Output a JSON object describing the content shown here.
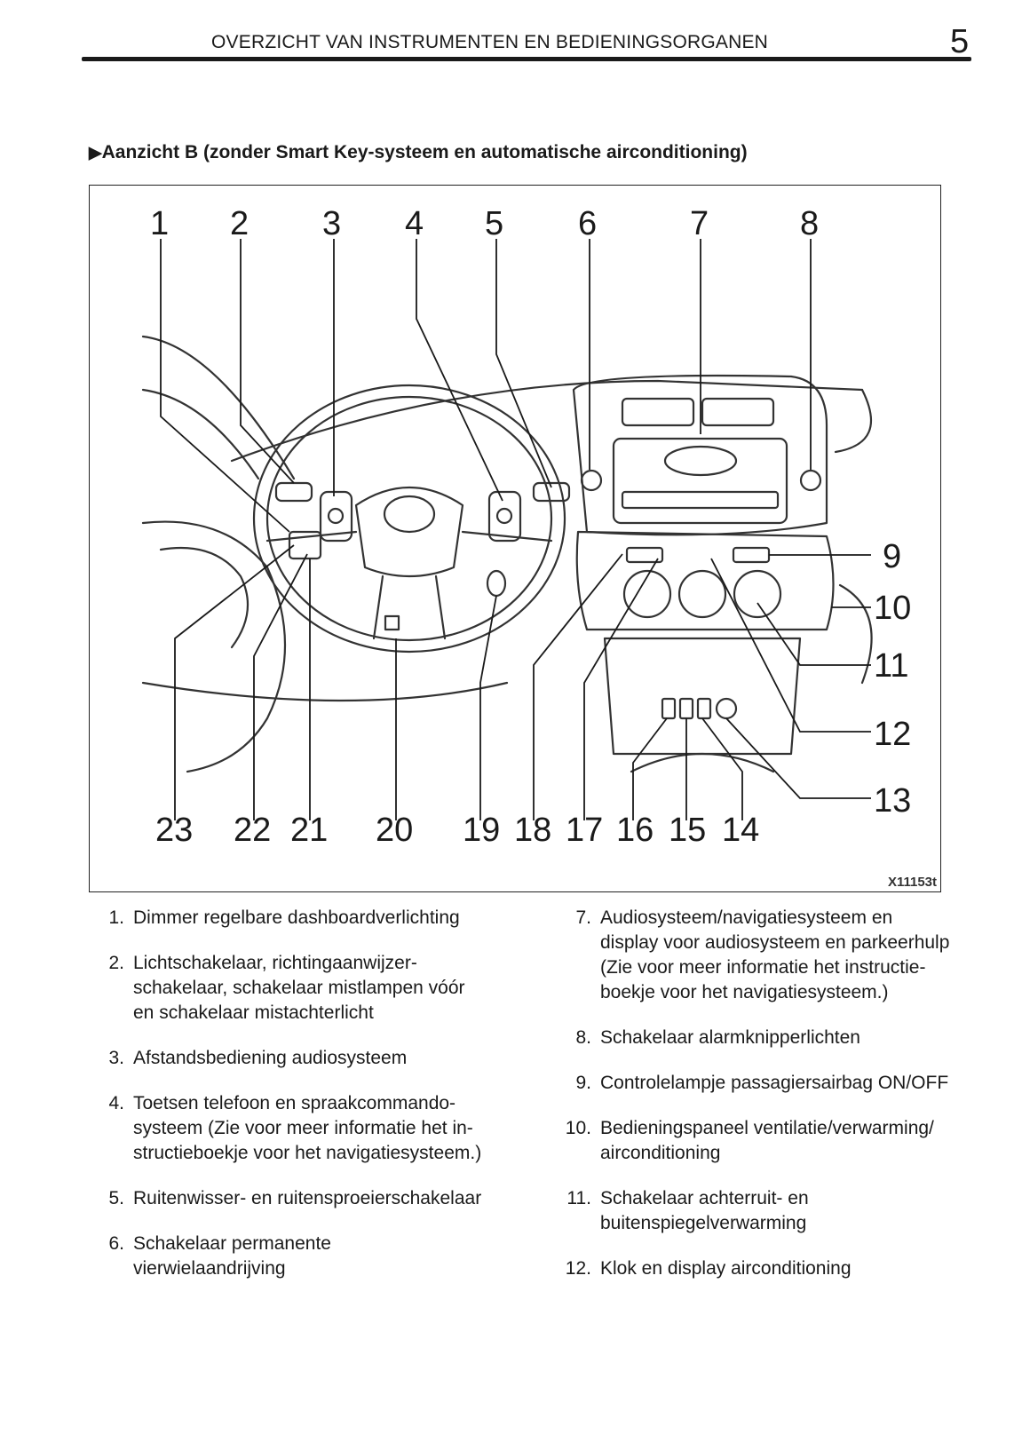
{
  "header": {
    "title": "OVERZICHT VAN INSTRUMENTEN EN BEDIENINGSORGANEN",
    "page_number": "5"
  },
  "section": {
    "marker": "▶",
    "heading": "Aanzicht B (zonder Smart Key-systeem en automatische airconditioning)"
  },
  "figure": {
    "code": "X11153t",
    "callouts": [
      "1",
      "2",
      "3",
      "4",
      "5",
      "6",
      "7",
      "8",
      "9",
      "10",
      "11",
      "12",
      "13",
      "14",
      "15",
      "16",
      "17",
      "18",
      "19",
      "20",
      "21",
      "22",
      "23"
    ]
  },
  "legend_left": [
    {
      "num": "1.",
      "text": [
        "Dimmer regelbare dashboardverlichting"
      ]
    },
    {
      "num": "2.",
      "text": [
        "Lichtschakelaar, richtingaanwijzer-",
        "schakelaar, schakelaar mistlampen vóór",
        "en schakelaar mistachterlicht"
      ]
    },
    {
      "num": "3.",
      "text": [
        "Afstandsbediening audiosysteem"
      ]
    },
    {
      "num": "4.",
      "text": [
        "Toetsen telefoon en spraakcommando-",
        "systeem (Zie voor meer informatie het in-",
        "structieboekje voor het navigatiesysteem.)"
      ]
    },
    {
      "num": "5.",
      "text": [
        "Ruitenwisser- en ruitensproeierschakelaar"
      ]
    },
    {
      "num": "6.",
      "text": [
        "Schakelaar permanente",
        "vierwielaandrijving"
      ]
    }
  ],
  "legend_right": [
    {
      "num": "7.",
      "text": [
        "Audiosysteem/navigatiesysteem en",
        "display voor audiosysteem en parkeerhulp",
        "(Zie voor meer informatie het instructie-",
        "boekje voor het navigatiesysteem.)"
      ]
    },
    {
      "num": "8.",
      "text": [
        "Schakelaar alarmknipperlichten"
      ]
    },
    {
      "num": "9.",
      "text": [
        "Controlelampje passagiersairbag ON/OFF"
      ]
    },
    {
      "num": "10.",
      "text": [
        "Bedieningspaneel ventilatie/verwarming/",
        "airconditioning"
      ]
    },
    {
      "num": "11.",
      "text": [
        "Schakelaar achterruit- en",
        "buitenspiegelverwarming"
      ]
    },
    {
      "num": "12.",
      "text": [
        "Klok en display airconditioning"
      ]
    }
  ]
}
